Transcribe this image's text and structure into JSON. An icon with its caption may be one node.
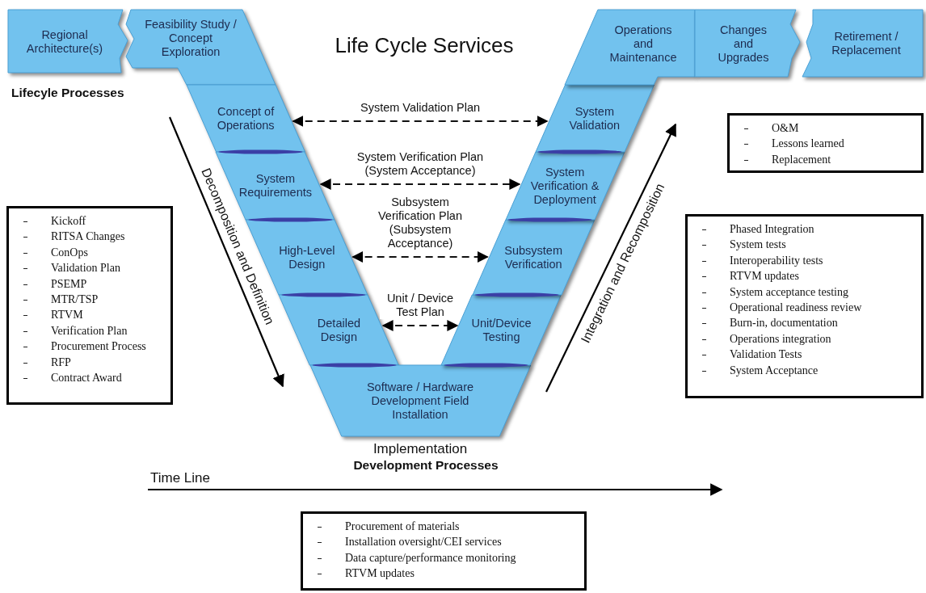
{
  "diagram": {
    "title": "Life Cycle Services",
    "nodes": [
      {
        "text": [
          "Regional Architecture(s)"
        ]
      },
      {
        "text": [
          "Feasibility Study / Concept Exploration"
        ]
      },
      {
        "text": [
          "Concept of Operations"
        ]
      },
      {
        "text": [
          "System Requirements"
        ]
      },
      {
        "text": [
          "High-Level Design"
        ]
      },
      {
        "text": [
          "Detailed Design"
        ]
      },
      {
        "text": [
          "Software / Hardware Development Field Installation"
        ],
        "beside": [
          "Implementation"
        ]
      },
      {
        "text": [
          "Unit/Device Testing"
        ]
      },
      {
        "text": [
          "Subsystem Verification"
        ]
      },
      {
        "text": [
          "System Verification & Deployment"
        ]
      },
      {
        "text": [
          "System Validation"
        ]
      },
      {
        "text": [
          "Operations and Maintenance"
        ]
      },
      {
        "text": [
          "Changes and Upgrades"
        ]
      },
      {
        "text": [
          "Retirement / Replacement"
        ]
      },
      {
        "text": [
          "Kickoff",
          "RITSA Changes",
          "ConOps",
          "Validation Plan",
          "PSEMP",
          "MTR/TSP",
          "RTVM",
          "Verification Plan",
          "Procurement Process",
          "RFP",
          "Contract Award"
        ]
      },
      {
        "text": [
          "O&M",
          "Lessons learned",
          "Replacement"
        ]
      },
      {
        "text": [
          "Phased Integration",
          "System tests",
          "Interoperability tests",
          "RTVM updates",
          "System acceptance testing",
          "Operational readiness review",
          "Burn-in, documentation",
          "Operations integration",
          "Validation Tests",
          "System Acceptance"
        ]
      },
      {
        "text": [
          "Procurement of materials",
          "Installation oversight/CEI services",
          "Data capture/performance monitoring",
          "RTVM updates"
        ]
      }
    ],
    "edges": [
      {
        "from": 2,
        "to": 10,
        "arrow": "both",
        "label": "System Validation Plan",
        "style": "dashed"
      },
      {
        "from": 3,
        "to": 9,
        "arrow": "both",
        "label": "System Verification Plan (System Acceptance)",
        "style": "dashed"
      },
      {
        "from": 4,
        "to": 8,
        "arrow": "both",
        "label": "Subsystem Verification Plan (Subsystem Acceptance)",
        "style": "dashed"
      },
      {
        "from": 5,
        "to": 7,
        "arrow": "both",
        "label": "Unit / Device Test Plan",
        "style": "dashed"
      }
    ],
    "labels": [
      "Lifecyle Processes",
      "Decomposition and Definition",
      "Integration and Recomposition",
      "Development Processes",
      "Time Line"
    ]
  }
}
